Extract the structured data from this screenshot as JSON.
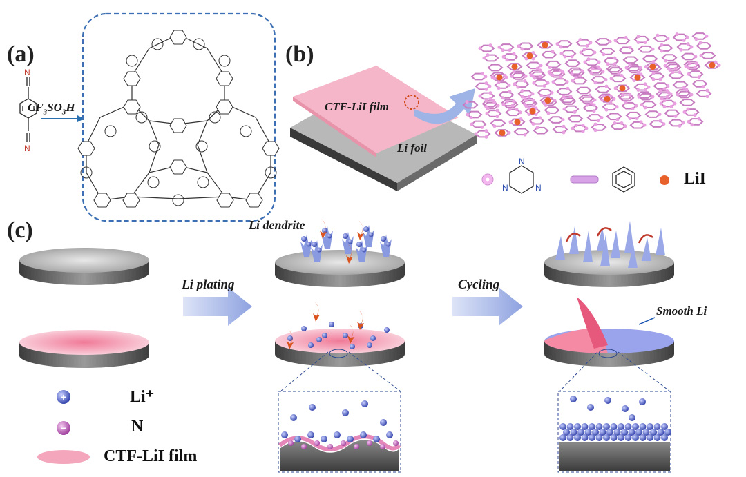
{
  "panel_a": {
    "label": "(a)",
    "reagent": "CF3SO3H",
    "reagent_base": "CF",
    "reagent_sub1": "3",
    "reagent_mid": "SO",
    "reagent_sub2": "3",
    "reagent_end": "H",
    "atom_N": "N"
  },
  "panel_b": {
    "label": "(b)",
    "film_label": "CTF-LiI film",
    "foil_label": "Li foil",
    "legend_lii": "LiI",
    "colors": {
      "node": "#e8a0e0",
      "lii": "#e8602a",
      "film": "#f4b6c8",
      "foil": "#6b6b6b"
    }
  },
  "panel_c": {
    "label": "(c)",
    "step1": "Li plating",
    "step2": "Cycling",
    "dendrite_label": "Li dendrite",
    "smooth_label": "Smooth Li",
    "legend": {
      "li_ion": "Li⁺",
      "nitrogen": "N",
      "film": "CTF-LiI film",
      "plus_sign": "+",
      "minus_sign": "−"
    },
    "colors": {
      "arrow": "#aebde8",
      "ion": "#4a5bc0",
      "dendrite": "#8a9ae0",
      "red_arrow": "#d9541e"
    }
  }
}
